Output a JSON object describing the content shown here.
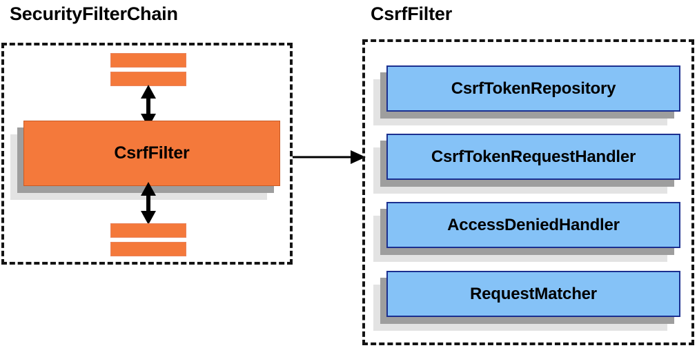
{
  "diagram": {
    "background": "#ffffff",
    "panels": [
      {
        "title": "SecurityFilterChain",
        "accent": "#f4793b"
      },
      {
        "title": "CsrfFilter",
        "accent": "#85c2f7"
      }
    ]
  },
  "left_panel": {
    "title": "SecurityFilterChain",
    "main_node": {
      "label": "CsrfFilter",
      "fill": "#f4793b",
      "border": "#c75a24"
    },
    "filter_bars_top": [
      {
        "name": "filter-bar-above-1"
      },
      {
        "name": "filter-bar-above-2"
      }
    ],
    "filter_bars_bottom": [
      {
        "name": "filter-bar-below-1"
      },
      {
        "name": "filter-bar-below-2"
      }
    ],
    "arrows": [
      {
        "name": "arrow-up-down-above",
        "direction": "bidirectional-vertical"
      },
      {
        "name": "arrow-up-down-below",
        "direction": "bidirectional-vertical"
      }
    ]
  },
  "right_panel": {
    "title": "CsrfFilter",
    "collaborators": [
      {
        "label": "CsrfTokenRepository",
        "fill": "#85c2f7",
        "border": "#1b2f8f"
      },
      {
        "label": "CsrfTokenRequestHandler",
        "fill": "#85c2f7",
        "border": "#1b2f8f"
      },
      {
        "label": "AccessDeniedHandler",
        "fill": "#85c2f7",
        "border": "#1b2f8f"
      },
      {
        "label": "RequestMatcher",
        "fill": "#85c2f7",
        "border": "#1b2f8f"
      }
    ]
  },
  "connector": {
    "name": "arrow-left-to-right",
    "direction": "right",
    "color": "#000000"
  },
  "colors": {
    "orange_fill": "#f4793b",
    "orange_border": "#c75a24",
    "blue_fill": "#85c2f7",
    "blue_border": "#1b2f8f",
    "shadow_mid": "#9e9e9e",
    "shadow_back": "#e3e3e3",
    "stroke": "#141414"
  }
}
